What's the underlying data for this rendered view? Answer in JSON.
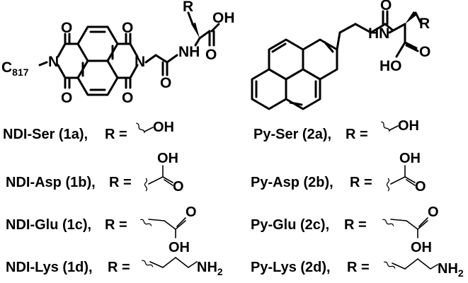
{
  "ndi_structure": {
    "chain_prefix": "C",
    "chain_sub": "8",
    "chain_sub2": "17",
    "oxygen": "O",
    "nitrogen": "N",
    "amide_nh": "NH",
    "acid_oh": "OH",
    "r_group": "R"
  },
  "py_structure": {
    "oxygen": "O",
    "amide_nh": "HN",
    "acid_oh": "HO",
    "r_group": "R"
  },
  "compounds": [
    {
      "label": "NDI-Ser (1a),",
      "r_eq": "R =",
      "group": "OH"
    },
    {
      "label": "NDI-Asp (1b),",
      "r_eq": "R =",
      "group": "OH"
    },
    {
      "label": "NDI-Glu (1c),",
      "r_eq": "R =",
      "group": "OH"
    },
    {
      "label": "NDI-Lys (1d),",
      "r_eq": "R =",
      "group": "NH2"
    },
    {
      "label": "Py-Ser (2a),",
      "r_eq": "R =",
      "group": "OH"
    },
    {
      "label": "Py-Asp (2b),",
      "r_eq": "R =",
      "group": "OH"
    },
    {
      "label": "Py-Glu (2c),",
      "r_eq": "R =",
      "group": "OH"
    },
    {
      "label": "Py-Lys (2d),",
      "r_eq": "R =",
      "group": "NH2"
    }
  ],
  "side_chain_atoms": {
    "carbonyl_o": "O",
    "hydroxyl": "OH",
    "amine_n": "NH",
    "amine_sub": "2"
  }
}
